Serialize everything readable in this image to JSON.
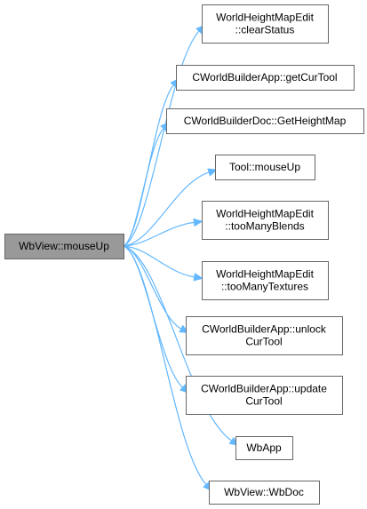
{
  "diagram": {
    "root": {
      "id": "root",
      "lines": [
        "WbView::mouseUp"
      ]
    },
    "callees": [
      {
        "id": "n1",
        "lines": [
          "WorldHeightMapEdit",
          "::clearStatus"
        ]
      },
      {
        "id": "n2",
        "lines": [
          "CWorldBuilderApp::getCurTool"
        ]
      },
      {
        "id": "n3",
        "lines": [
          "CWorldBuilderDoc::GetHeightMap"
        ]
      },
      {
        "id": "n4",
        "lines": [
          "Tool::mouseUp"
        ]
      },
      {
        "id": "n5",
        "lines": [
          "WorldHeightMapEdit",
          "::tooManyBlends"
        ]
      },
      {
        "id": "n6",
        "lines": [
          "WorldHeightMapEdit",
          "::tooManyTextures"
        ]
      },
      {
        "id": "n7",
        "lines": [
          "CWorldBuilderApp::unlock",
          "CurTool"
        ]
      },
      {
        "id": "n8",
        "lines": [
          "CWorldBuilderApp::update",
          "CurTool"
        ]
      },
      {
        "id": "n9",
        "lines": [
          "WbApp"
        ]
      },
      {
        "id": "n10",
        "lines": [
          "WbView::WbDoc"
        ]
      }
    ],
    "colors": {
      "edge": "#63b8ff",
      "node_border": "#666666",
      "root_fill": "#999999",
      "node_fill": "#ffffff"
    }
  }
}
